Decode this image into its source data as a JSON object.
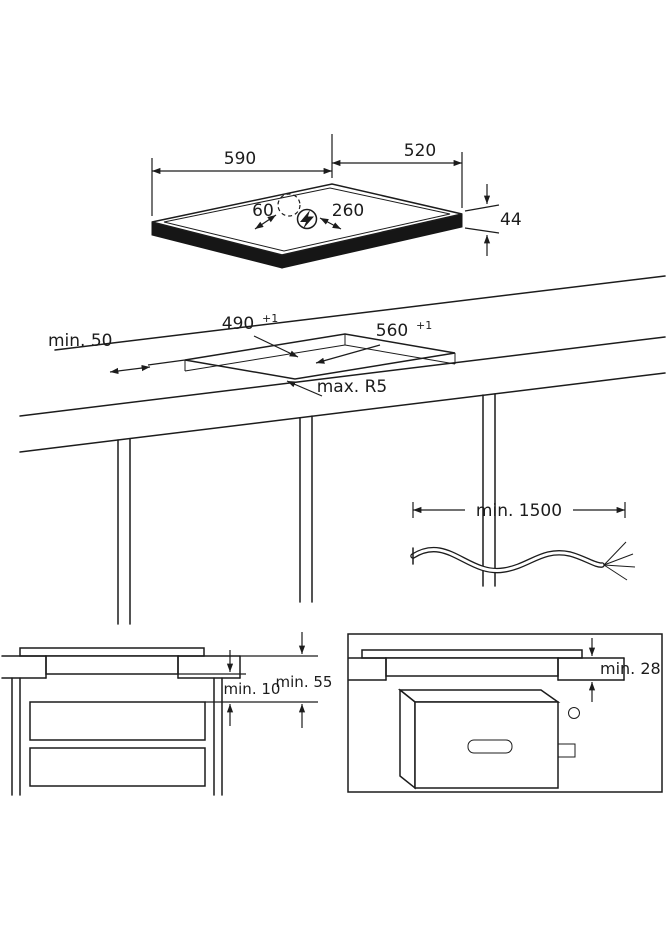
{
  "page": {
    "background": "#ffffff",
    "line_color": "#1c1c1c"
  },
  "icons": {
    "power_connection": "lightning-bolt-in-circle"
  },
  "top_view": {
    "width": "590",
    "depth": "520",
    "height": "44",
    "connection_left": "60",
    "connection_right": "260"
  },
  "cutout_view": {
    "side_clearance": "min. 50",
    "cutout_depth": "490",
    "cutout_depth_tol": "+1",
    "cutout_width": "560",
    "cutout_width_tol": "+1",
    "corner_radius": "max. R5"
  },
  "cable_view": {
    "cable_length": "min. 1500"
  },
  "clearance_view": {
    "hob_to_drawer": "min. 10",
    "worktop_to_drawer": "min. 55"
  },
  "oven_view": {
    "worktop_clearance": "min. 28"
  }
}
